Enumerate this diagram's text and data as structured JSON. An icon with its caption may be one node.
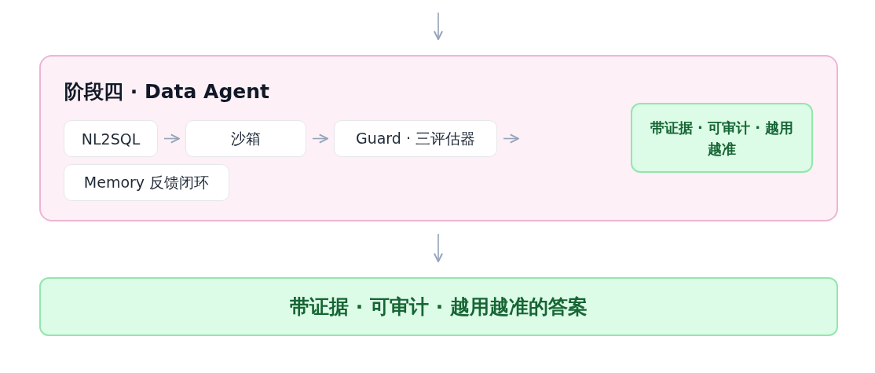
{
  "diagram": {
    "nodes": [
      {
        "text": [
          "阶段四 · Data Agent"
        ]
      },
      {
        "text": [
          "NL2SQL"
        ],
        "in": 0
      },
      {
        "text": [
          "沙箱"
        ],
        "in": 0
      },
      {
        "text": [
          "Guard · 三评估器"
        ],
        "in": 0
      },
      {
        "text": [
          "Memory 反馈闭环"
        ],
        "in": 0
      },
      {
        "text": [
          "带证据 · 可审计 · 越用越准"
        ],
        "in": 0
      },
      {
        "text": [
          "带证据 · 可审计 · 越用越准的答案"
        ]
      }
    ],
    "edges": [
      {
        "from": null,
        "to": 0,
        "arrow": "to"
      },
      {
        "from": 1,
        "to": 2,
        "arrow": "to"
      },
      {
        "from": 2,
        "to": 3,
        "arrow": "to"
      },
      {
        "from": 3,
        "to": null,
        "arrow": "to"
      },
      {
        "from": 0,
        "to": 6,
        "arrow": "to"
      }
    ]
  }
}
